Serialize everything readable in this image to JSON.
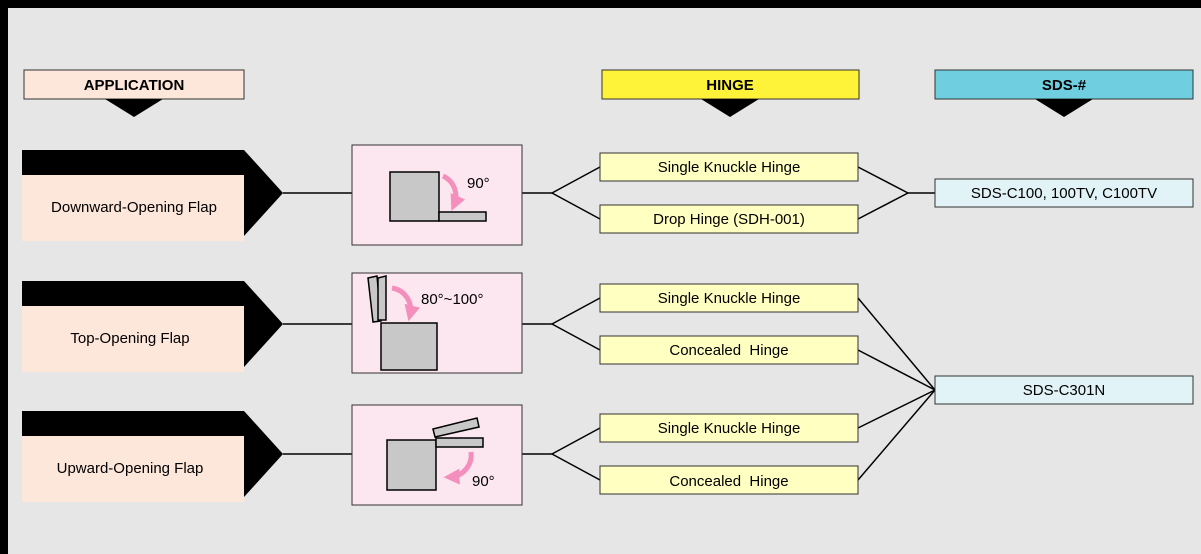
{
  "headers": {
    "application": "APPLICATION",
    "hinge": "HINGE",
    "sds": "SDS-#"
  },
  "applications": [
    {
      "label": "Downward-Opening Flap",
      "angle": "90°"
    },
    {
      "label": "Top-Opening Flap",
      "angle": "80°~100°"
    },
    {
      "label": "Upward-Opening Flap",
      "angle": "90°"
    }
  ],
  "hinges": [
    "Single Knuckle Hinge",
    "Drop Hinge (SDH-001)",
    "Single Knuckle Hinge",
    "Concealed  Hinge",
    "Single Knuckle Hinge",
    "Concealed  Hinge"
  ],
  "sds_models": [
    "SDS-C100, 100TV, C100TV",
    "SDS-C301N"
  ],
  "colors": {
    "background": "#e6e6e6",
    "application_fill": "#fde6da",
    "illustration_fill": "#fce6ef",
    "hinge_fill": "#ffffc2",
    "hinge_header": "#fff33a",
    "sds_header": "#6fcfe0",
    "sds_fill": "#e1f3f6",
    "arrow": "#f48fbd",
    "panel": "#c8c8c8"
  }
}
